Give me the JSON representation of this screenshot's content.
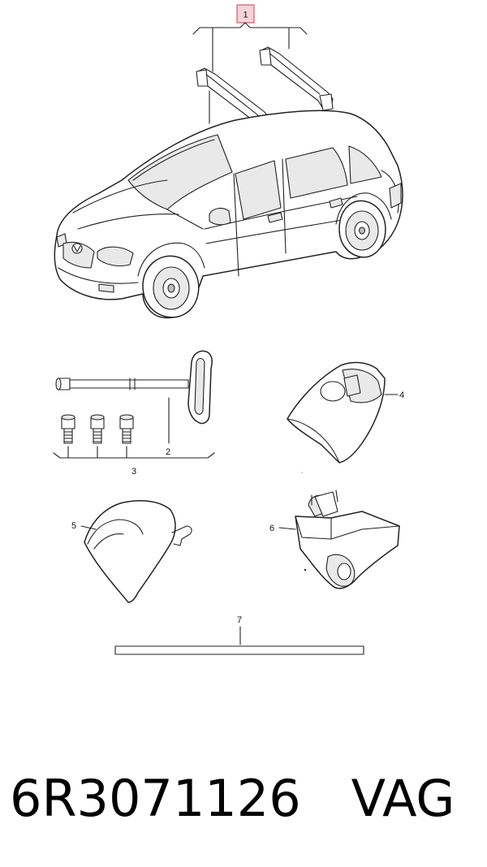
{
  "callouts": {
    "c1": "1",
    "c2": "2",
    "c3": "3",
    "c4": "4",
    "c5": "5",
    "c6": "6",
    "c7": "7"
  },
  "footer": {
    "part_number": "6R3071126",
    "brand": "VAG"
  },
  "colors": {
    "line": "#222222",
    "callout_box_fill": "#f6d3d8",
    "callout_box_stroke": "#c9405a"
  }
}
